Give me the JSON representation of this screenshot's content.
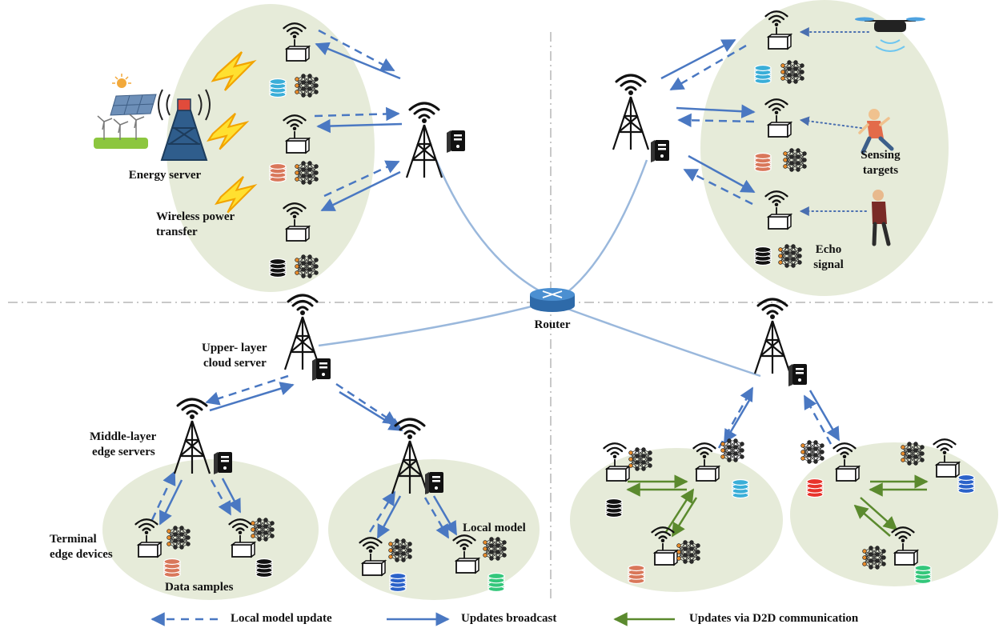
{
  "labels": {
    "energy_server": "Energy server",
    "wireless_power": "Wireless power",
    "transfer": "transfer",
    "sensing": "Sensing",
    "targets": "targets",
    "echo": "Echo",
    "signal": "signal",
    "router": "Router",
    "upper_layer_1": "Upper- layer",
    "upper_layer_2": "cloud server",
    "middle_layer_1": "Middle-layer",
    "middle_layer_2": "edge servers",
    "terminal_1": "Terminal",
    "terminal_2": "edge devices",
    "data_samples": "Data samples",
    "local_model": "Local model"
  },
  "legend": {
    "local_update": "Local model update",
    "broadcast": "Updates broadcast",
    "d2d": "Updates via D2D communication"
  },
  "colors": {
    "blue": "#4a78c2",
    "green": "#5b8a2e",
    "ellipse": "#e6ebd9",
    "link": "#9ab8dc",
    "db_cyan": "#3aaed8",
    "db_orange": "#d9775a",
    "db_black": "#111111",
    "db_blue": "#2b62c9",
    "db_green": "#34c77b",
    "db_red": "#e8322b"
  },
  "icons": {
    "tower": "cell-tower-icon",
    "server": "server-icon",
    "device": "edge-device-icon",
    "database": "database-icon",
    "neural_net": "neural-network-icon",
    "router": "router-icon",
    "bolt": "lightning-icon",
    "drone": "drone-icon",
    "person": "person-icon"
  }
}
